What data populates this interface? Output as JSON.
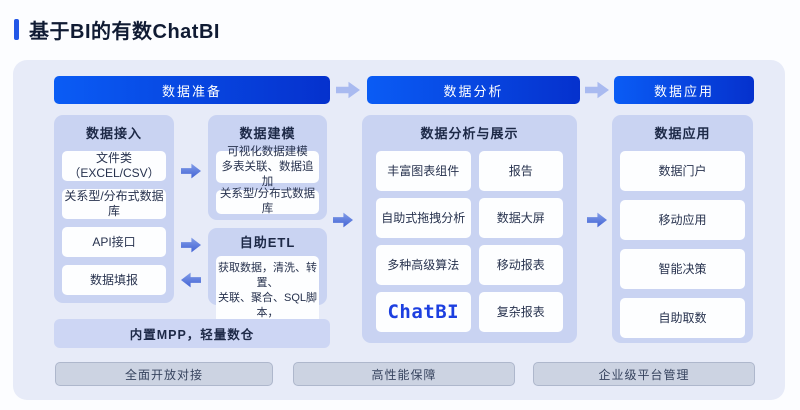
{
  "page_title": "基于BI的有数ChatBI",
  "flow": {
    "steps": [
      "数据准备",
      "数据分析",
      "数据应用"
    ]
  },
  "data_access": {
    "title": "数据接入",
    "items": [
      "文件类（EXCEL/CSV）",
      "关系型/分布式数据库",
      "API接口",
      "数据填报"
    ]
  },
  "data_modeling": {
    "title": "数据建模",
    "items": [
      "可视化数据建模\n多表关联、数据追加",
      "关系型/分布式数据库"
    ]
  },
  "self_etl": {
    "title": "自助ETL",
    "detail": "获取数据，清洗、转置、\n关联、聚合、SQL脚本，\n多种算子支持"
  },
  "mpp_note": "内置MPP，轻量数仓",
  "analysis": {
    "title": "数据分析与展示",
    "cells": [
      "丰富图表组件",
      "报告",
      "自助式拖拽分析",
      "数据大屏",
      "多种高级算法",
      "移动报表",
      "ChatBI",
      "复杂报表"
    ]
  },
  "application": {
    "title": "数据应用",
    "items": [
      "数据门户",
      "移动应用",
      "智能决策",
      "自助取数"
    ]
  },
  "footer_badges": [
    "全面开放对接",
    "高性能保障",
    "企业级平台管理"
  ],
  "colors": {
    "header_gradient_start": "#0a5cf5",
    "header_gradient_end": "#0531cd",
    "container_bg": "#e7ebf8",
    "panel_bg": "#c9d3f2",
    "accent_blue": "#2257e7",
    "chatbi_logo_blue": "#1c3fe0",
    "arrow_light": "#a9baf0",
    "arrow_dark": "#4564d5",
    "badge_bg": "#ccd3e2"
  }
}
